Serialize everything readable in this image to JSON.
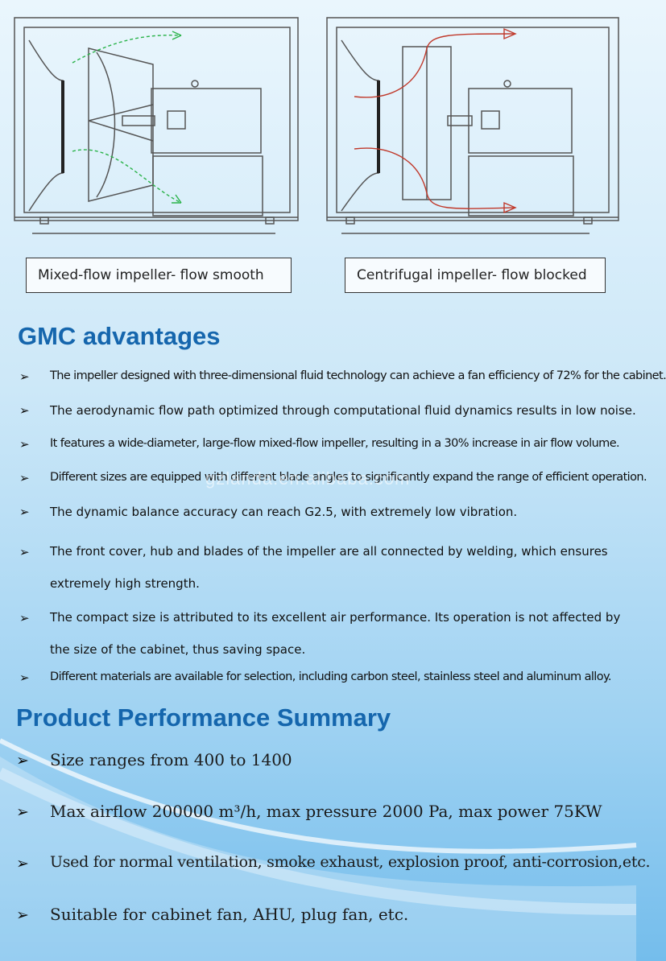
{
  "captions": {
    "left": "Mixed-flow impeller- flow smooth",
    "right": "Centrifugal impeller- flow blocked"
  },
  "gmc": {
    "title": "GMC advantages",
    "items": [
      "The impeller designed with three-dimensional fluid technology can achieve a fan efficiency of 72% for the cabinet.",
      "The aerodynamic flow path optimized through computational fluid dynamics results in low noise.",
      "It features a wide-diameter, large-flow mixed-flow impeller, resulting in a 30% increase in air flow volume.",
      "Different sizes are equipped with different blade angles to significantly expand the range of efficient operation.",
      "The dynamic balance accuracy can reach G2.5, with extremely low vibration.",
      "The front cover, hub and blades of the impeller are all connected by welding, which ensures extremely high strength.",
      "The compact size is attributed to its excellent air performance. Its operation is not affected by the size of the cabinet, thus saving space.",
      "Different materials are available for selection, including carbon steel, stainless steel and aluminum alloy."
    ]
  },
  "performance": {
    "title": "Product Performance Summary",
    "items": [
      "Size ranges from 400 to 1400",
      "Max airflow 200000 m³/h, max pressure 2000 Pa, max power 75KW",
      "Used for normal ventilation, smoke exhaust, explosion proof, anti-corrosion,etc.",
      "Suitable for cabinet fan, AHU, plug fan, etc."
    ]
  },
  "watermark": "gzlanda.en.alibaba.com",
  "bullet_icon": "arrowhead-bullet-icon",
  "colors": {
    "title": "#1566ad",
    "flow_mixed": "#2bb34a",
    "flow_centrifugal": "#c0392b"
  }
}
